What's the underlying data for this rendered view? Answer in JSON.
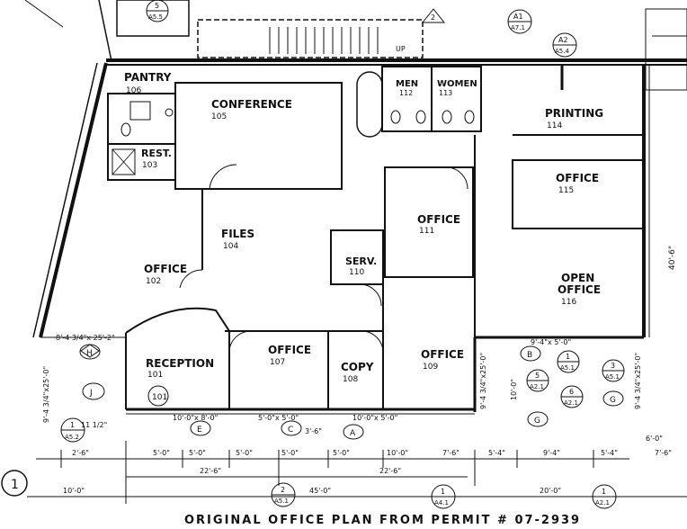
{
  "rooms": {
    "pantry": {
      "name": "PANTRY",
      "num": "106"
    },
    "conference": {
      "name": "CONFERENCE",
      "num": "105"
    },
    "rest": {
      "name": "REST.",
      "num": "103"
    },
    "men": {
      "name": "MEN",
      "num": "112"
    },
    "women": {
      "name": "WOMEN",
      "num": "113"
    },
    "printing": {
      "name": "PRINTING",
      "num": "114"
    },
    "office115": {
      "name": "OFFICE",
      "num": "115"
    },
    "files": {
      "name": "FILES",
      "num": "104"
    },
    "office111": {
      "name": "OFFICE",
      "num": "111"
    },
    "office102": {
      "name": "OFFICE",
      "num": "102"
    },
    "serv": {
      "name": "SERV.",
      "num": "110"
    },
    "openoffice": {
      "name1": "OPEN",
      "name2": "OFFICE",
      "num": "116"
    },
    "reception": {
      "name": "RECEPTION",
      "num": "101"
    },
    "office107": {
      "name": "OFFICE",
      "num": "107"
    },
    "copy": {
      "name": "COPY",
      "num": "108"
    },
    "office109": {
      "name": "OFFICE",
      "num": "109"
    }
  },
  "door_tags": {
    "d101": "101",
    "h": "H",
    "j": "J",
    "e": "E",
    "c": "C",
    "a": "A",
    "b": "B",
    "g1": "G",
    "g2": "G"
  },
  "section_marks": {
    "a555": {
      "num": "5",
      "sheet": "A5.5"
    },
    "a1": {
      "num": "A1",
      "sheet": "A7.1"
    },
    "a2": {
      "num": "A2",
      "sheet": "A5.4"
    },
    "two_top": "2",
    "m1_a52": {
      "num": "1",
      "sheet": "A5.2"
    },
    "m2_a51": {
      "num": "2",
      "sheet": "A5.1"
    },
    "m1_a41": {
      "num": "1",
      "sheet": "A4.1"
    },
    "m1_a21": {
      "num": "1",
      "sheet": "A2.1"
    },
    "m1_a51": {
      "num": "1",
      "sheet": "A5.1"
    },
    "m3_a51": {
      "num": "3",
      "sheet": "A5.1"
    },
    "m5_a21": {
      "num": "5",
      "sheet": "A2.1"
    },
    "m6_a21": {
      "num": "6",
      "sheet": "A2.1"
    },
    "one_circle": "1"
  },
  "labels": {
    "up": "UP",
    "d_8_4": "8'-4 3/4\"x 25'-2\"",
    "d_9_4_left": "9'-4 3/4\"x25'-0\"",
    "d_11_1_2": "11 1/2\"",
    "d_10x8": "10'-0\"x 8'-0\"",
    "d_5x5": "5'-0\"x 5'-0\"",
    "d_3_6": "3'-6\"",
    "d_10x5": "10'-0\"x 5'-0\"",
    "d_9_4_mid": "9'-4 3/4\"x25'-0\"",
    "d_10_0_v": "10'-0\"",
    "d_9_4x5": "9'-4\"x 5'-0\"",
    "d_9_4_right": "9'-4 3/4\"x25'-0\"",
    "d_6_0": "6'-0\"",
    "d_40_6": "40'-6\""
  },
  "dimensions": {
    "row1": [
      "2'-6\"",
      "5'-0\"",
      "5'-0\"",
      "5'-0\"",
      "5'-0\"",
      "5'-0\"",
      "10'-0\"",
      "7'-6\"",
      "5'-4\"",
      "9'-4\"",
      "5'-4\"",
      "7'-6\""
    ],
    "row2": [
      "22'-6\"",
      "22'-6\""
    ],
    "row3": [
      "10'-0\"",
      "45'-0\"",
      "20'-0\""
    ]
  },
  "caption": "ORIGINAL  OFFICE  PLAN  FROM  PERMIT # 07-2939"
}
